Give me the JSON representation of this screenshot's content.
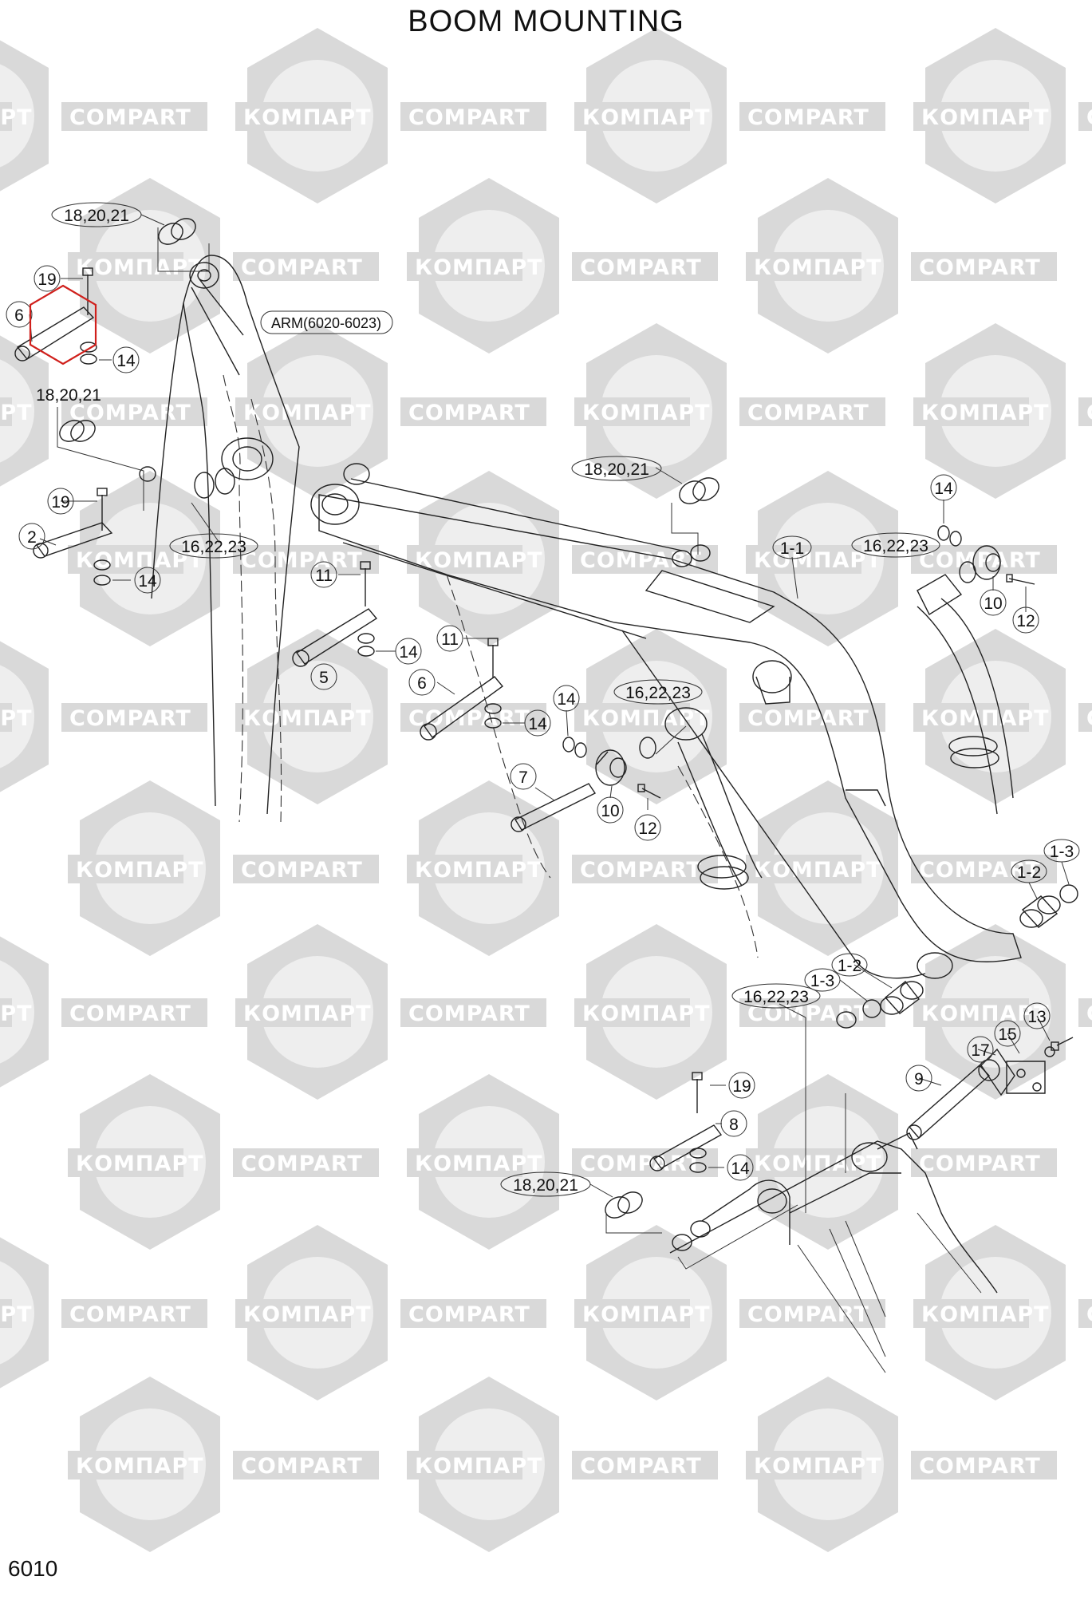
{
  "header": {
    "title": "BOOM MOUNTING"
  },
  "footer": {
    "code": "6010"
  },
  "watermark": {
    "left": "КОМПАРТ",
    "right": "COMPART",
    "color": "#d9d9d9"
  },
  "highlight_color": "#d0201c",
  "callouts": {
    "c1": "18,20,21",
    "c2": "19",
    "c3": "6",
    "c4": "14",
    "c5": "18,20,21",
    "c6": "19",
    "c7": "2",
    "c8": "14",
    "c9": "16,22,23",
    "c10": "ARM(6020-6023)",
    "c11": "11",
    "c12": "14",
    "c13": "5",
    "c14": "11",
    "c15": "6",
    "c16": "14",
    "c17": "14",
    "c18": "7",
    "c19": "10",
    "c20": "12",
    "c21": "16,22,23",
    "c22": "18,20,21",
    "c23": "1-1",
    "c24": "14",
    "c25": "16,22,23",
    "c26": "10",
    "c27": "12",
    "c28": "1-3",
    "c29": "1-2",
    "c30": "1-3",
    "c31": "1-2",
    "c32": "16,22,23",
    "c33": "13",
    "c34": "15",
    "c35": "17",
    "c36": "9",
    "c37": "19",
    "c38": "8",
    "c39": "14",
    "c40": "18,20,21"
  }
}
